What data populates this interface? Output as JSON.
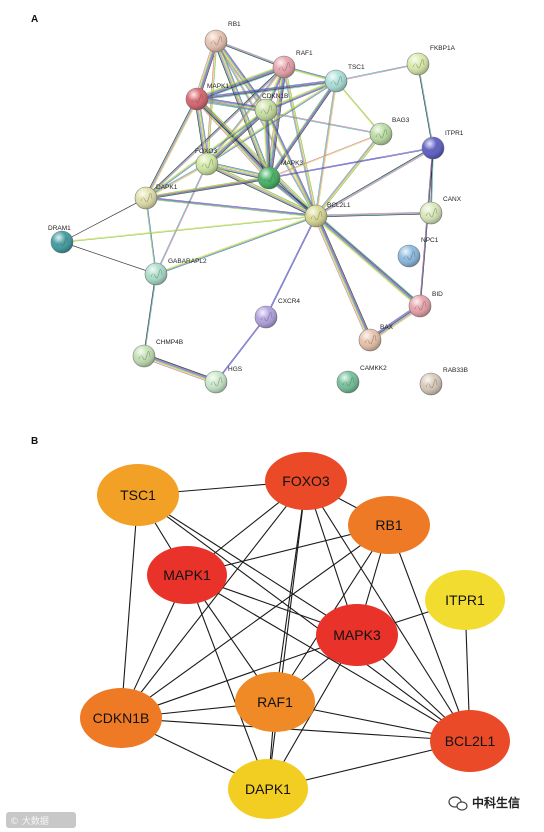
{
  "panels": [
    {
      "label": "A",
      "type": "string-network"
    },
    {
      "label": "B",
      "type": "hub-network"
    }
  ],
  "colors": {
    "edge_black": "#1a1a1a",
    "edge_purple": "#6b3fa0",
    "edge_blue": "#3a5bd0",
    "edge_green": "#6fbf3a",
    "edge_yellow": "#d8d84a",
    "edge_pink": "#d070a0",
    "edge_teal": "#40a8a8",
    "hub_red": "#e8322a",
    "hub_redorange": "#ea4a28",
    "hub_orange": "#ef7a26",
    "hub_lightorange": "#f2a026",
    "hub_yellow": "#f2cd22",
    "hub_lightyellow": "#f3dc30"
  },
  "string_nodes": [
    {
      "id": "RB1",
      "label": "RB1",
      "color": "#e8c2b0"
    },
    {
      "id": "RAF1",
      "label": "RAF1",
      "color": "#e8a0a8"
    },
    {
      "id": "TSC1",
      "label": "TSC1",
      "color": "#a8e0d8"
    },
    {
      "id": "FKBP1A",
      "label": "FKBP1A",
      "color": "#d8eaa8"
    },
    {
      "id": "MAPK1",
      "label": "MAPK1",
      "color": "#d8606a"
    },
    {
      "id": "CDKN1B",
      "label": "CDKN1B",
      "color": "#c8e0a0"
    },
    {
      "id": "BAG3",
      "label": "BAG3",
      "color": "#b8dca0"
    },
    {
      "id": "ITPR1",
      "label": "ITPR1",
      "color": "#5a5ac8"
    },
    {
      "id": "FOXO3",
      "label": "FOXO3",
      "color": "#d0e8a0"
    },
    {
      "id": "MAPK3",
      "label": "MAPK3",
      "color": "#40b060"
    },
    {
      "id": "DAPK1",
      "label": "DAPK1",
      "color": "#e0e0a8"
    },
    {
      "id": "BCL2L1",
      "label": "BCL2L1",
      "color": "#d8d890"
    },
    {
      "id": "CANX",
      "label": "CANX",
      "color": "#d8e8b8"
    },
    {
      "id": "DRAM1",
      "label": "DRAM1",
      "color": "#3a9aa0"
    },
    {
      "id": "NPC1",
      "label": "NPC1",
      "color": "#88b8e0"
    },
    {
      "id": "GABARAPL2",
      "label": "GABARAPL2",
      "color": "#a8dcc8"
    },
    {
      "id": "BID",
      "label": "BID",
      "color": "#e8a0a8"
    },
    {
      "id": "CXCR4",
      "label": "CXCR4",
      "color": "#b0a0e0"
    },
    {
      "id": "BAX",
      "label": "BAX",
      "color": "#e8c0a8"
    },
    {
      "id": "CHMP4B",
      "label": "CHMP4B",
      "color": "#c0e0b0"
    },
    {
      "id": "HGS",
      "label": "HGS",
      "color": "#c8e8c8"
    },
    {
      "id": "CAMKK2",
      "label": "CAMKK2",
      "color": "#70c098"
    },
    {
      "id": "RAB33B",
      "label": "RAB33B",
      "color": "#d8c8b8"
    }
  ],
  "string_edges": [
    [
      "RB1",
      "MAPK1",
      6
    ],
    [
      "RB1",
      "CDKN1B",
      6
    ],
    [
      "RB1",
      "MAPK3",
      6
    ],
    [
      "RB1",
      "FOXO3",
      3
    ],
    [
      "RB1",
      "BCL2L1",
      3
    ],
    [
      "RB1",
      "RAF1",
      3
    ],
    [
      "RAF1",
      "MAPK1",
      6
    ],
    [
      "RAF1",
      "MAPK3",
      6
    ],
    [
      "RAF1",
      "CDKN1B",
      4
    ],
    [
      "RAF1",
      "TSC1",
      3
    ],
    [
      "RAF1",
      "BCL2L1",
      4
    ],
    [
      "RAF1",
      "FOXO3",
      3
    ],
    [
      "RAF1",
      "DAPK1",
      3
    ],
    [
      "TSC1",
      "MAPK1",
      4
    ],
    [
      "TSC1",
      "MAPK3",
      4
    ],
    [
      "TSC1",
      "CDKN1B",
      4
    ],
    [
      "TSC1",
      "FOXO3",
      3
    ],
    [
      "TSC1",
      "BAG3",
      2
    ],
    [
      "TSC1",
      "BCL2L1",
      3
    ],
    [
      "FKBP1A",
      "TSC1",
      2
    ],
    [
      "FKBP1A",
      "ITPR1",
      2
    ],
    [
      "MAPK1",
      "MAPK3",
      6
    ],
    [
      "MAPK1",
      "CDKN1B",
      6
    ],
    [
      "MAPK1",
      "FOXO3",
      6
    ],
    [
      "MAPK1",
      "BCL2L1",
      5
    ],
    [
      "MAPK1",
      "DAPK1",
      4
    ],
    [
      "MAPK1",
      "BAG3",
      2
    ],
    [
      "CDKN1B",
      "MAPK3",
      6
    ],
    [
      "CDKN1B",
      "FOXO3",
      5
    ],
    [
      "CDKN1B",
      "BCL2L1",
      4
    ],
    [
      "CDKN1B",
      "DAPK1",
      3
    ],
    [
      "BAG3",
      "BCL2L1",
      4
    ],
    [
      "BAG3",
      "MAPK3",
      2
    ],
    [
      "ITPR1",
      "BCL2L1",
      3
    ],
    [
      "ITPR1",
      "CANX",
      2
    ],
    [
      "ITPR1",
      "BID",
      2
    ],
    [
      "ITPR1",
      "MAPK3",
      2
    ],
    [
      "FOXO3",
      "MAPK3",
      6
    ],
    [
      "FOXO3",
      "BCL2L1",
      5
    ],
    [
      "FOXO3",
      "DAPK1",
      3
    ],
    [
      "FOXO3",
      "GABARAPL2",
      2
    ],
    [
      "MAPK3",
      "BCL2L1",
      5
    ],
    [
      "MAPK3",
      "DAPK1",
      4
    ],
    [
      "DAPK1",
      "BCL2L1",
      3
    ],
    [
      "DAPK1",
      "GABARAPL2",
      2
    ],
    [
      "DAPK1",
      "DRAM1",
      1
    ],
    [
      "DAPK1",
      "MAPK3",
      3
    ],
    [
      "BCL2L1",
      "CANX",
      3
    ],
    [
      "BCL2L1",
      "BID",
      6
    ],
    [
      "BCL2L1",
      "BAX",
      6
    ],
    [
      "BCL2L1",
      "CXCR4",
      2
    ],
    [
      "BCL2L1",
      "GABARAPL2",
      3
    ],
    [
      "BCL2L1",
      "DRAM1",
      2
    ],
    [
      "BID",
      "BAX",
      6
    ],
    [
      "GABARAPL2",
      "DRAM1",
      1
    ],
    [
      "GABARAPL2",
      "CHMP4B",
      2
    ],
    [
      "CHMP4B",
      "HGS",
      6
    ],
    [
      "HGS",
      "CXCR4",
      2
    ]
  ],
  "hub_nodes": [
    {
      "id": "TSC1",
      "label": "TSC1",
      "color": "#f2a026"
    },
    {
      "id": "FOXO3",
      "label": "FOXO3",
      "color": "#ea4a28"
    },
    {
      "id": "RB1",
      "label": "RB1",
      "color": "#ef7a26"
    },
    {
      "id": "MAPK1",
      "label": "MAPK1",
      "color": "#e8322a"
    },
    {
      "id": "ITPR1",
      "label": "ITPR1",
      "color": "#f3dc30"
    },
    {
      "id": "MAPK3",
      "label": "MAPK3",
      "color": "#e8322a"
    },
    {
      "id": "RAF1",
      "label": "RAF1",
      "color": "#ef8a26"
    },
    {
      "id": "CDKN1B",
      "label": "CDKN1B",
      "color": "#ef7a26"
    },
    {
      "id": "BCL2L1",
      "label": "BCL2L1",
      "color": "#ea4a28"
    },
    {
      "id": "DAPK1",
      "label": "DAPK1",
      "color": "#f2cd22"
    }
  ],
  "hub_edges": [
    [
      "TSC1",
      "FOXO3"
    ],
    [
      "TSC1",
      "MAPK1"
    ],
    [
      "TSC1",
      "MAPK3"
    ],
    [
      "TSC1",
      "CDKN1B"
    ],
    [
      "TSC1",
      "BCL2L1"
    ],
    [
      "FOXO3",
      "RB1"
    ],
    [
      "FOXO3",
      "MAPK1"
    ],
    [
      "FOXO3",
      "MAPK3"
    ],
    [
      "FOXO3",
      "RAF1"
    ],
    [
      "FOXO3",
      "CDKN1B"
    ],
    [
      "FOXO3",
      "BCL2L1"
    ],
    [
      "FOXO3",
      "DAPK1"
    ],
    [
      "RB1",
      "MAPK1"
    ],
    [
      "RB1",
      "MAPK3"
    ],
    [
      "RB1",
      "RAF1"
    ],
    [
      "RB1",
      "CDKN1B"
    ],
    [
      "RB1",
      "BCL2L1"
    ],
    [
      "MAPK1",
      "MAPK3"
    ],
    [
      "MAPK1",
      "RAF1"
    ],
    [
      "MAPK1",
      "CDKN1B"
    ],
    [
      "MAPK1",
      "BCL2L1"
    ],
    [
      "MAPK1",
      "DAPK1"
    ],
    [
      "MAPK3",
      "RAF1"
    ],
    [
      "MAPK3",
      "CDKN1B"
    ],
    [
      "MAPK3",
      "BCL2L1"
    ],
    [
      "MAPK3",
      "DAPK1"
    ],
    [
      "ITPR1",
      "MAPK3"
    ],
    [
      "ITPR1",
      "BCL2L1"
    ],
    [
      "RAF1",
      "CDKN1B"
    ],
    [
      "RAF1",
      "BCL2L1"
    ],
    [
      "RAF1",
      "DAPK1"
    ],
    [
      "CDKN1B",
      "BCL2L1"
    ],
    [
      "CDKN1B",
      "DAPK1"
    ],
    [
      "BCL2L1",
      "DAPK1"
    ]
  ],
  "watermarks": {
    "bottom_left": "© 大数据",
    "bottom_right": "中科生信"
  }
}
